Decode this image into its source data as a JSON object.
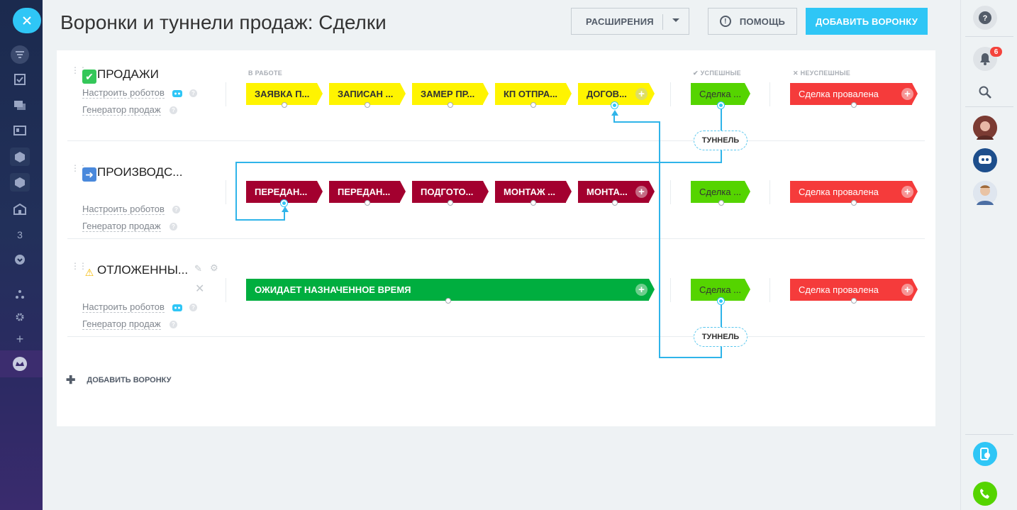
{
  "page": {
    "title": "Воронки и туннели продаж: Сделки",
    "ext_button": "РАСШИРЕНИЯ",
    "help_button": "ПОМОЩЬ",
    "add_button": "ДОБАВИТЬ ВОРОНКУ",
    "add_funnel_link": "ДОБАВИТЬ ВОРОНКУ"
  },
  "columns": {
    "in_work": "В РАБОТЕ",
    "success": "УСПЕШНЫЕ",
    "fail": "НЕУСПЕШНЫЕ"
  },
  "funnels": [
    {
      "name": "ПРОДАЖИ",
      "robots_link": "Настроить роботов",
      "generator_link": "Генератор продаж",
      "stages": [
        "ЗАЯВКА П...",
        "ЗАПИСАН ...",
        "ЗАМЕР ПР...",
        "КП ОТПРА...",
        "ДОГОВ..."
      ],
      "success": "Сделка ...",
      "fail": "Сделка провалена"
    },
    {
      "name": "ПРОИЗВОДС...",
      "robots_link": "Настроить роботов",
      "generator_link": "Генератор продаж",
      "stages": [
        "ПЕРЕДАН...",
        "ПЕРЕДАН...",
        "ПОДГОТО...",
        "МОНТАЖ ...",
        "МОНТА..."
      ],
      "success": "Сделка ...",
      "fail": "Сделка провалена"
    },
    {
      "name": "ОТЛОЖЕННЫ...",
      "robots_link": "Настроить роботов",
      "generator_link": "Генератор продаж",
      "stages": [
        "ОЖИДАЕТ НАЗНАЧЕННОЕ ВРЕМЯ"
      ],
      "success": "Сделка ...",
      "fail": "Сделка провалена"
    }
  ],
  "tunnels": [
    "ТУННЕЛЬ",
    "ТУННЕЛЬ"
  ],
  "sidebar": {
    "counter": "3"
  },
  "rightbar": {
    "notifications_count": "6"
  },
  "colors": {
    "accent": "#2fc6f6",
    "stage_yellow": "#fff400",
    "stage_red": "#a3002f",
    "stage_green": "#00ae3f",
    "success": "#55d400",
    "fail": "#f53b3b"
  }
}
